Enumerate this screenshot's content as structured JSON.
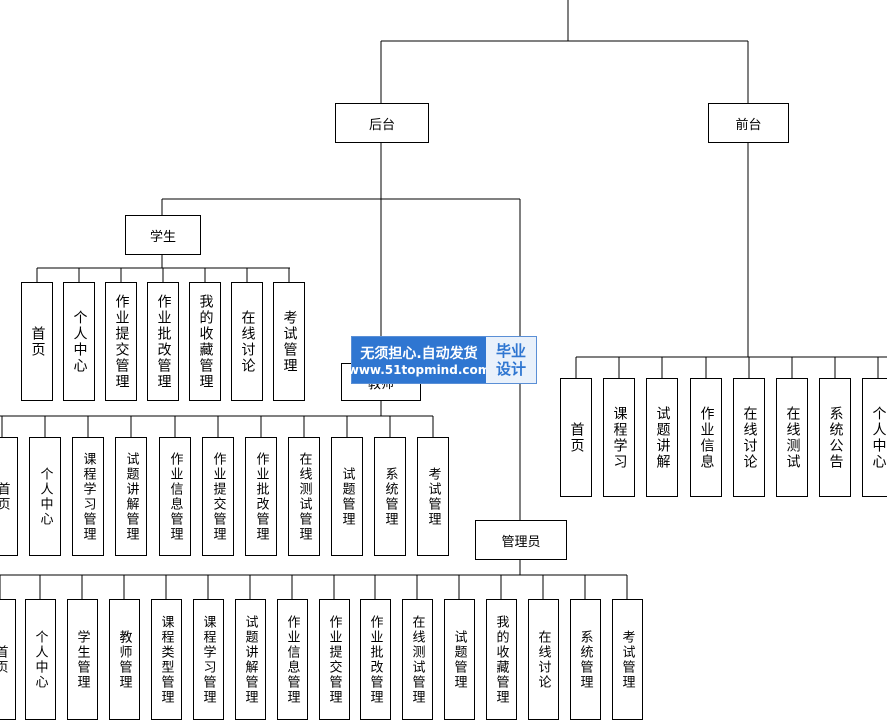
{
  "diagram": {
    "front_root": "前台",
    "back_root": "后台",
    "front_items": [
      "首页",
      "课程学习",
      "试题讲解",
      "作业信息",
      "在线讨论",
      "在线测试",
      "系统公告",
      "个人中心"
    ],
    "student": {
      "label": "学生",
      "items": [
        "首页",
        "个人中心",
        "作业提交管理",
        "作业批改管理",
        "我的收藏管理",
        "在线讨论",
        "考试管理"
      ]
    },
    "teacher": {
      "label": "教师",
      "items": [
        "首页",
        "个人中心",
        "课程学习管理",
        "试题讲解管理",
        "作业信息管理",
        "作业提交管理",
        "作业批改管理",
        "在线测试管理",
        "试题管理",
        "系统管理",
        "考试管理"
      ]
    },
    "admin": {
      "label": "管理员",
      "items": [
        "首页",
        "个人中心",
        "学生管理",
        "教师管理",
        "课程类型管理",
        "课程学习管理",
        "试题讲解管理",
        "作业信息管理",
        "作业提交管理",
        "作业批改管理",
        "在线测试管理",
        "试题管理",
        "我的收藏管理",
        "在线讨论",
        "系统管理",
        "考试管理"
      ]
    }
  },
  "watermark": {
    "line1": "无须担心.自动发货",
    "line2": "www.51topmind.com",
    "side": "毕业设计"
  }
}
